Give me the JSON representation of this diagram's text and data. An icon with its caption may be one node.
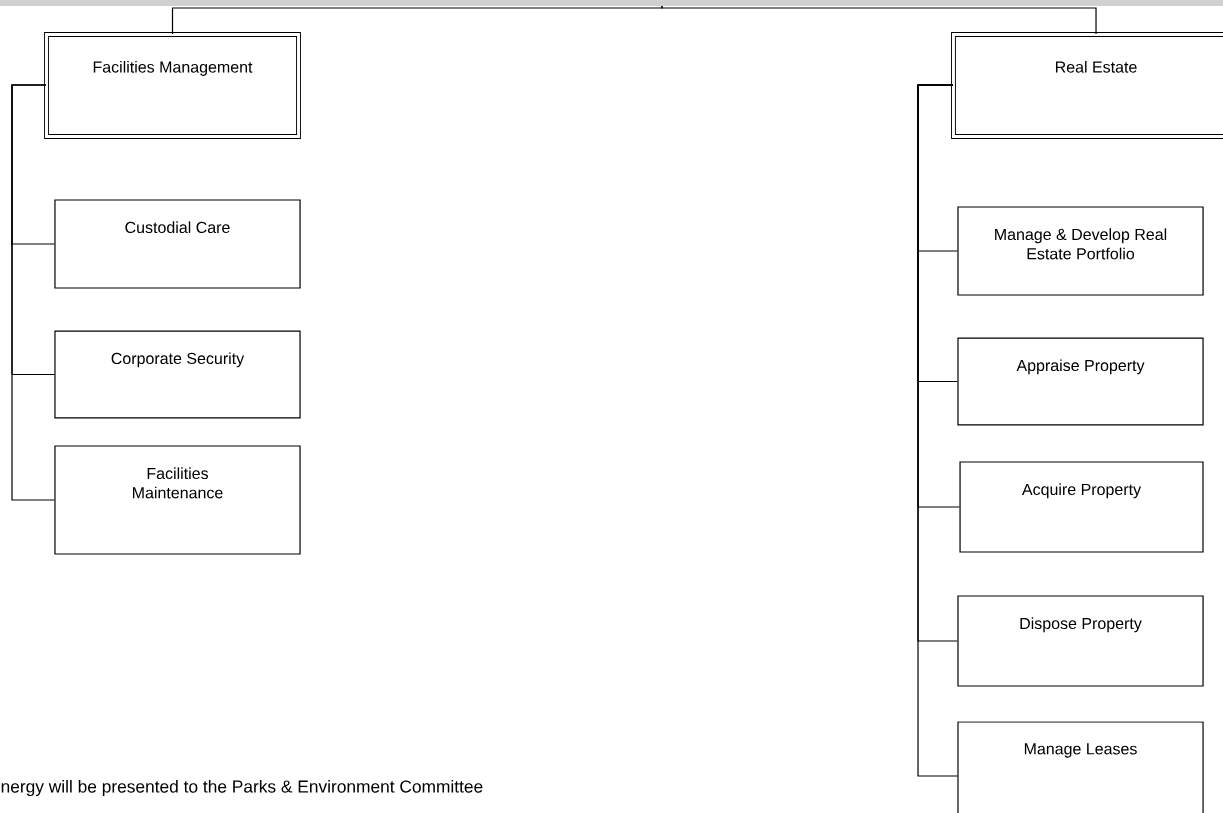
{
  "diagram": {
    "nodes": [
      {
        "text": [],
        "shape": "bar"
      },
      {
        "text": [
          "Facilities Management"
        ]
      },
      {
        "text": [
          "Custodial Care"
        ]
      },
      {
        "text": [
          "Corporate Security"
        ]
      },
      {
        "text": [
          "Facilities Maintenance"
        ]
      },
      {
        "text": [
          "Real Estate"
        ]
      },
      {
        "text": [
          "Manage & Develop Real Estate Portfolio"
        ]
      },
      {
        "text": [
          "Appraise Property"
        ]
      },
      {
        "text": [
          "Acquire Property"
        ]
      },
      {
        "text": [
          "Dispose Property"
        ]
      },
      {
        "text": [
          "Manage Leases"
        ]
      }
    ],
    "edges": [
      {
        "from": 0,
        "to": 1,
        "arrow": "none"
      },
      {
        "from": 0,
        "to": 5,
        "arrow": "none"
      },
      {
        "from": 1,
        "to": 2,
        "arrow": "none"
      },
      {
        "from": 1,
        "to": 3,
        "arrow": "none"
      },
      {
        "from": 1,
        "to": 4,
        "arrow": "none"
      },
      {
        "from": 5,
        "to": 6,
        "arrow": "none"
      },
      {
        "from": 5,
        "to": 7,
        "arrow": "none"
      },
      {
        "from": 5,
        "to": 8,
        "arrow": "none"
      },
      {
        "from": 5,
        "to": 9,
        "arrow": "none"
      },
      {
        "from": 5,
        "to": 10,
        "arrow": "none"
      }
    ],
    "labels": [
      "nergy will be presented to the Parks & Environment Committee"
    ]
  }
}
